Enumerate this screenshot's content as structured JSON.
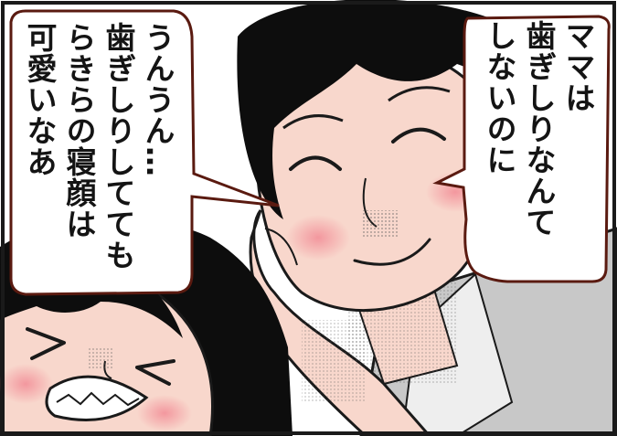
{
  "comic_panel": {
    "bubbles": {
      "left": {
        "lines": [
          "うんうん…",
          "歯ぎしりしてても",
          "らきらの寝顔は",
          "可愛いなあ"
        ]
      },
      "right": {
        "lines": [
          "ママは",
          "歯ぎしりなんて",
          "しないのに"
        ]
      }
    }
  },
  "colors": {
    "skin": "#f8d7cc",
    "hair": "#0d0d0d",
    "blush": "#f28c96",
    "outline": "#1a1a1a",
    "bubble_border": "#5a1a10",
    "clothing": "#c8c8c8",
    "background": "#ffffff"
  }
}
